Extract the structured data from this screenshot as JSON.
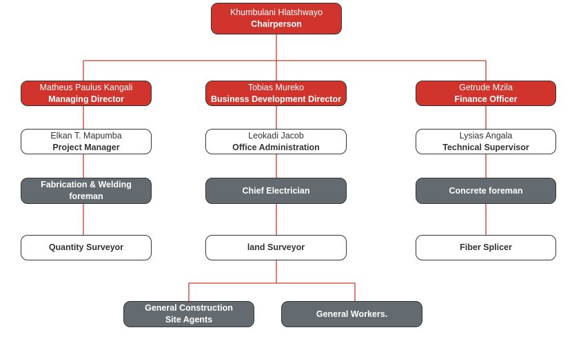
{
  "colors": {
    "red": "#d0342c",
    "grey": "#636b70",
    "line": "#d0342c",
    "border": "#333333"
  },
  "chairperson": {
    "name": "Khumbulani Hlatshwayo",
    "title": "Chairperson"
  },
  "directors": [
    {
      "name": "Matheus Paulus Kangali",
      "title": "Managing Director"
    },
    {
      "name": "Tobias Mureko",
      "title": "Business Development Director"
    },
    {
      "name": "Getrude Mzila",
      "title": "Finance Officer"
    }
  ],
  "managers": [
    {
      "name": "Elkan T. Mapumba",
      "title": "Project Manager"
    },
    {
      "name": "Leokadi Jacob",
      "title": "Office Administration"
    },
    {
      "name": "Lysias Angala",
      "title": "Technical Supervisor"
    }
  ],
  "foremen": [
    {
      "line1": "Fabrication & Welding",
      "line2": "foreman"
    },
    {
      "line1": "Chief Electrician"
    },
    {
      "line1": "Concrete foreman"
    }
  ],
  "staff": [
    {
      "label": "Quantity Surveyor"
    },
    {
      "label": "land Surveyor"
    },
    {
      "label": "Fiber Splicer"
    }
  ],
  "bottom": [
    {
      "line1": "General Construction",
      "line2": "Site Agents"
    },
    {
      "line1": "General Workers."
    }
  ]
}
